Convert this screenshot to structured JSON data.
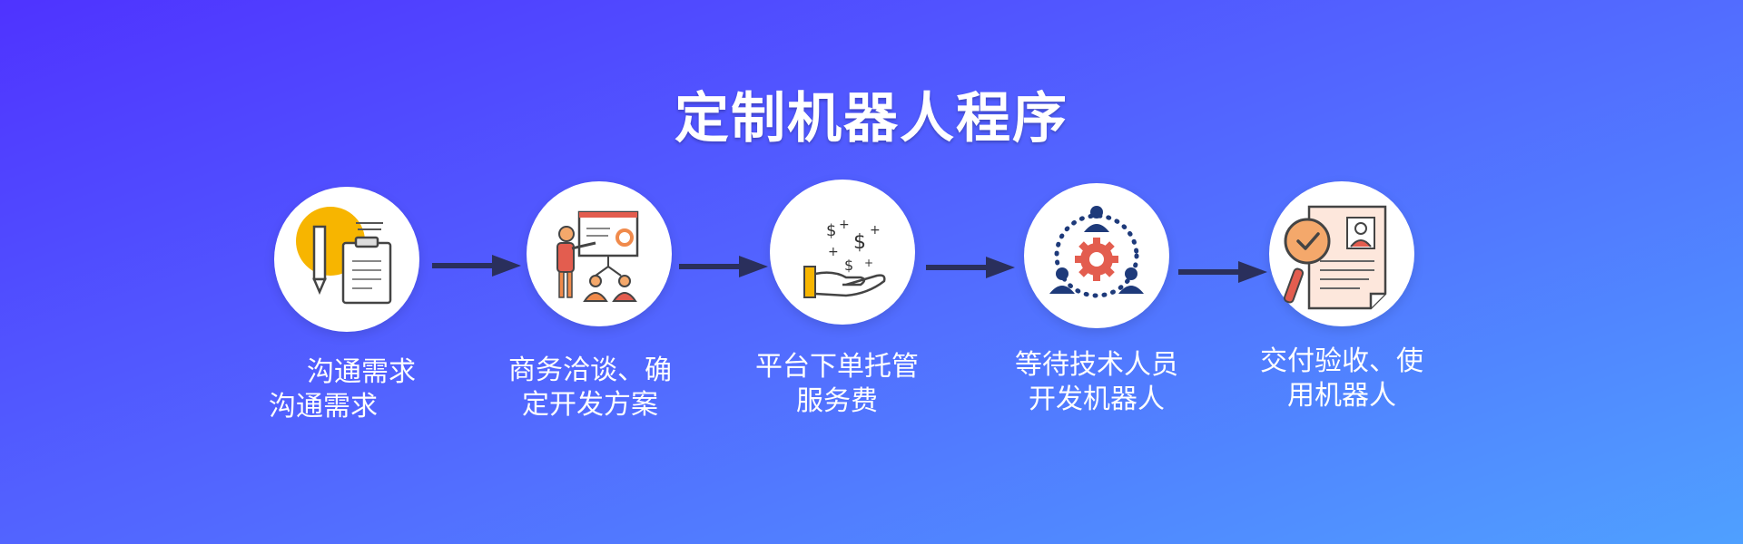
{
  "title": "定制机器人程序",
  "steps": [
    {
      "icon": "clipboard-pencil-icon",
      "lines": [
        "沟通需求",
        "沟通需求"
      ]
    },
    {
      "icon": "presentation-team-icon",
      "lines": [
        "商务洽谈、确",
        "定开发方案"
      ]
    },
    {
      "icon": "hand-money-icon",
      "lines": [
        "平台下单托管",
        "服务费"
      ]
    },
    {
      "icon": "team-gear-icon",
      "lines": [
        "等待技术人员",
        "开发机器人"
      ]
    },
    {
      "icon": "document-magnifier-check-icon",
      "lines": [
        "交付验收、使",
        "用机器人"
      ]
    }
  ],
  "colors": {
    "background_start": "#4f33ff",
    "background_end": "#4fa0ff",
    "arrow": "#2a2f5c",
    "accent_yellow": "#f7b500",
    "accent_orange": "#f08a4b",
    "accent_red": "#e35d4f",
    "icon_navy": "#1e3a7a"
  }
}
